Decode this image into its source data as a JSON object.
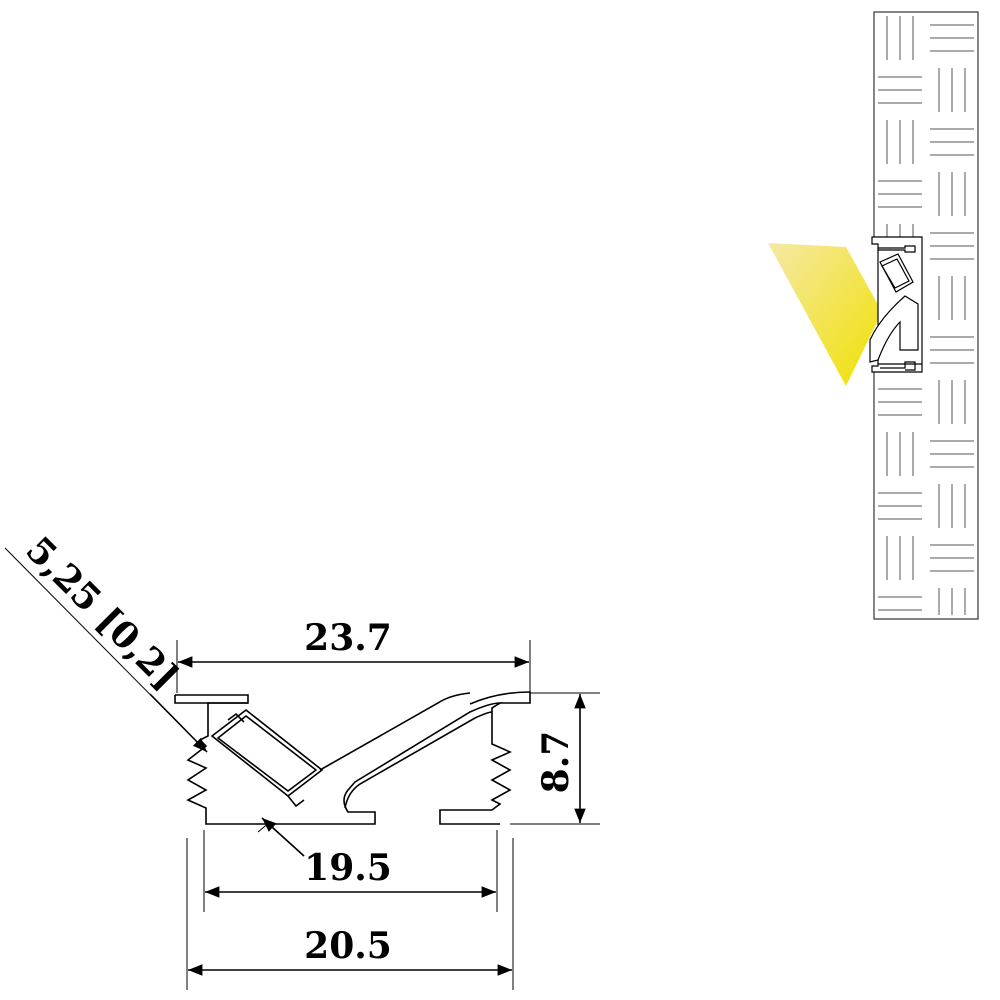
{
  "drawing": {
    "dimensions": {
      "top_width": "23.7",
      "height": "8.7",
      "inner_width": "19.5",
      "outer_width": "20.5",
      "led_width": "5,25 [0,2]"
    },
    "colors": {
      "line": "#000000",
      "light_beam_start": "#f5e9a6",
      "light_beam_end": "#f0e000",
      "wall_stroke": "#555555"
    }
  }
}
